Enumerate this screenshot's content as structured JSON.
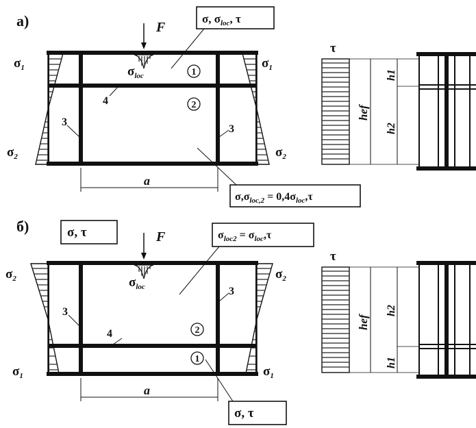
{
  "panel_a": {
    "label": "а)",
    "force": "F",
    "stress_box_top": "σ , σloc , τ",
    "stress_box_top_parts": [
      "σ",
      ", σ",
      "loc",
      ", τ"
    ],
    "stress_box_bottom_parts": [
      "σ,σ",
      "loc,2",
      " = 0,4σ",
      "loc",
      ",τ"
    ],
    "sigma_left_top": [
      "σ",
      "1"
    ],
    "sigma_right_top": [
      "σ",
      "1"
    ],
    "sigma_left_bottom": [
      "σ",
      "2"
    ],
    "sigma_right_bottom": [
      "σ",
      "2"
    ],
    "sigma_loc": [
      "σ",
      "loc"
    ],
    "zone1": "1",
    "zone2": "2",
    "stiffener_label_left": "3",
    "stiffener_label_right": "3",
    "long_stiffener_label": "4",
    "span_label": "a",
    "tau": "τ",
    "h_ef": "hef",
    "h1": "h1",
    "h2": "h2"
  },
  "panel_b": {
    "label": "б)",
    "force": "F",
    "stress_box_left_parts": [
      "σ",
      ", τ"
    ],
    "stress_box_top_parts": [
      "σ",
      "loc2",
      " = σ",
      "loc",
      ",τ"
    ],
    "stress_box_bottom_parts": [
      "σ",
      ", τ"
    ],
    "sigma_left_top": [
      "σ",
      "2"
    ],
    "sigma_right_top": [
      "σ",
      "2"
    ],
    "sigma_left_bottom": [
      "σ",
      "1"
    ],
    "sigma_right_bottom": [
      "σ",
      "1"
    ],
    "sigma_loc": [
      "σ",
      "loc"
    ],
    "zone1": "1",
    "zone2": "2",
    "stiffener_label_left": "3",
    "stiffener_label_right": "3",
    "long_stiffener_label": "4",
    "span_label": "a",
    "tau": "τ",
    "h_ef": "hef",
    "h1": "h1",
    "h2": "h2"
  }
}
